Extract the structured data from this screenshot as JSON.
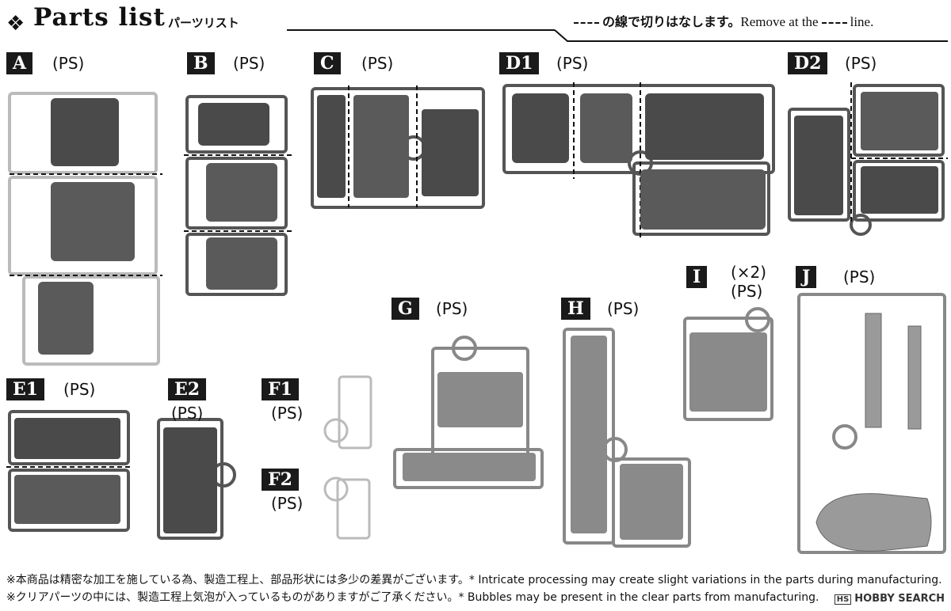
{
  "header": {
    "icon": "diamond-cross-icon",
    "title": "Parts list",
    "title_jp": "パーツリスト",
    "note_jp": "の線で切りはなします。",
    "note_en_1": "Remove at the",
    "note_en_2": "line."
  },
  "runners": {
    "A": {
      "label": "A",
      "type": "(PS)"
    },
    "B": {
      "label": "B",
      "type": "(PS)"
    },
    "C": {
      "label": "C",
      "type": "(PS)"
    },
    "D1": {
      "label": "D1",
      "type": "(PS)"
    },
    "D2": {
      "label": "D2",
      "type": "(PS)"
    },
    "E1": {
      "label": "E1",
      "type": "(PS)"
    },
    "E2": {
      "label": "E2",
      "type": "(PS)"
    },
    "F1": {
      "label": "F1",
      "type": "(PS)"
    },
    "F2": {
      "label": "F2",
      "type": "(PS)"
    },
    "G": {
      "label": "G",
      "type": "(PS)"
    },
    "H": {
      "label": "H",
      "type": "(PS)"
    },
    "I": {
      "label": "I",
      "type": "(PS)",
      "count": "(×2)"
    },
    "J": {
      "label": "J",
      "type": "(PS)"
    }
  },
  "footer": {
    "line1": "※本商品は精密な加工を施している為、製造工程上、部品形状には多少の差異がございます。* Intricate processing may create slight variations in the parts during manufacturing.",
    "line2": "※クリアパーツの中には、製造工程上気泡が入っているものがありますがご了承ください。* Bubbles may be present in the clear parts from manufacturing."
  },
  "watermark": {
    "badge": "HS",
    "text": "HOBBY SEARCH"
  }
}
